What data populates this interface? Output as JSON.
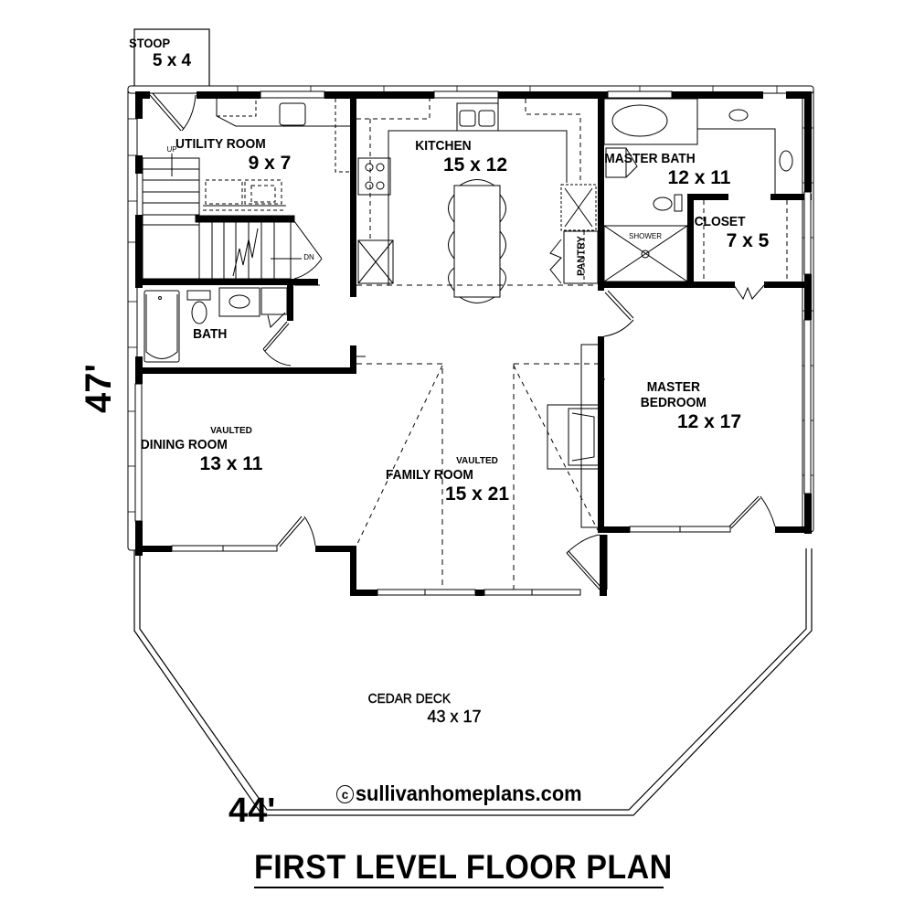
{
  "plan": {
    "title": "FIRST LEVEL FLOOR PLAN",
    "copyright_symbol": "c",
    "copyright_text": "sullivanhomeplans.com",
    "dimensions": {
      "depth": "47'",
      "width": "44'"
    }
  },
  "rooms": {
    "stoop": {
      "name": "STOOP",
      "size": "5 x 4"
    },
    "utility": {
      "name": "UTILITY ROOM",
      "size": "9 x 7"
    },
    "kitchen": {
      "name": "KITCHEN",
      "size": "15 x 12"
    },
    "pantry": {
      "name": "PANTRY"
    },
    "master_bath": {
      "name": "MASTER BATH",
      "size": "12 x 11"
    },
    "shower": {
      "name": "SHOWER"
    },
    "closet": {
      "name": "CLOSET",
      "size": "7 x 5"
    },
    "bath": {
      "name": "BATH"
    },
    "dining": {
      "prefix": "VAULTED",
      "name": "DINING ROOM",
      "size": "13 x 11"
    },
    "family": {
      "prefix": "VAULTED",
      "name": "FAMILY ROOM",
      "size": "15 x 21"
    },
    "master_bedroom": {
      "name_line1": "MASTER",
      "name_line2": "BEDROOM",
      "size": "12 x 17"
    },
    "deck": {
      "name": "CEDAR DECK",
      "size": "43 x 17"
    }
  },
  "stairs": {
    "up_label": "UP",
    "down_label": "DN"
  },
  "colors": {
    "wall": "#000000",
    "background": "#ffffff"
  }
}
